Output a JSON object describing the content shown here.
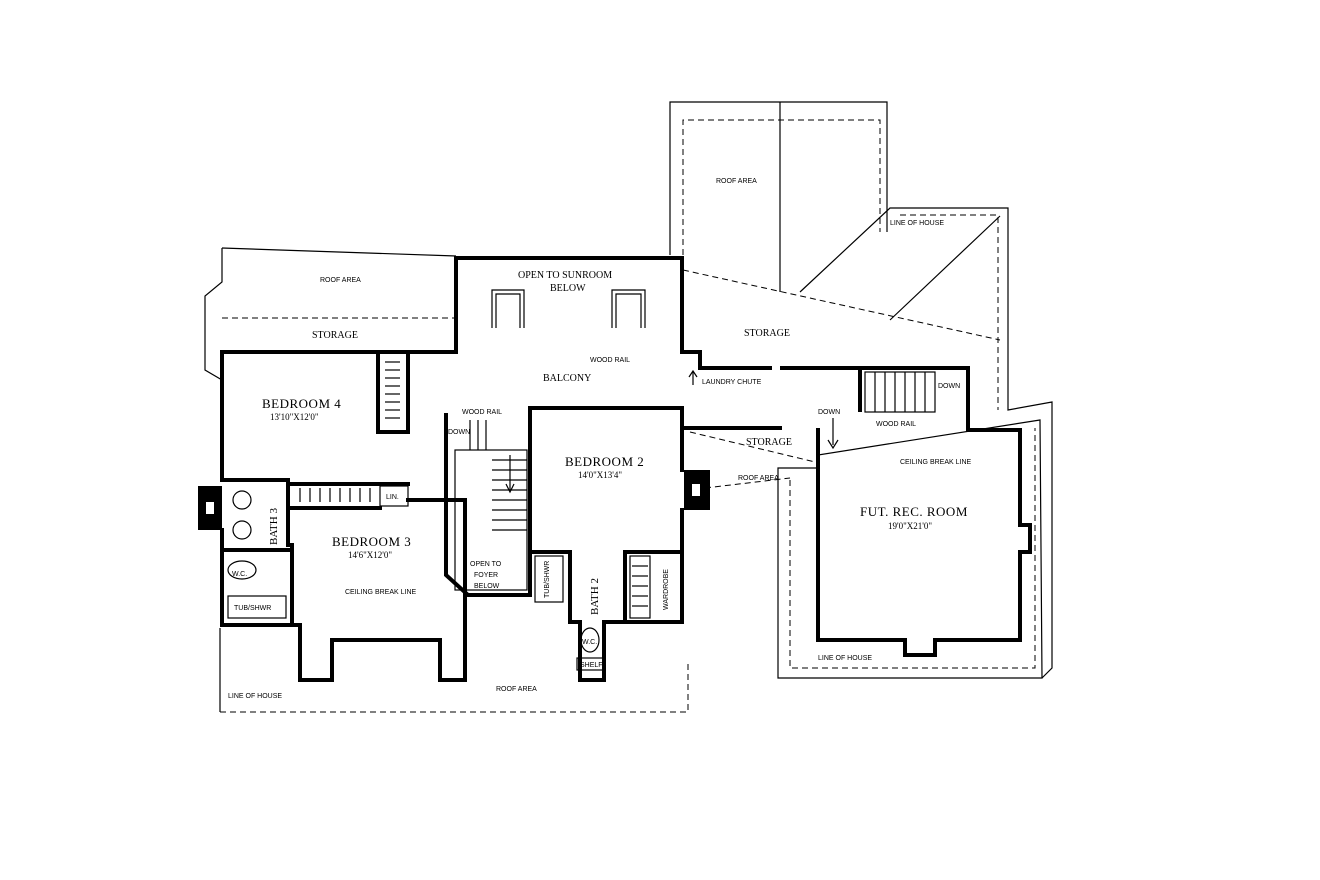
{
  "labels": {
    "roof_area_top": "ROOF AREA",
    "roof_area_left": "ROOF AREA",
    "roof_area_mid": "ROOF AREA",
    "roof_area_bottom": "ROOF AREA",
    "line_of_house_top": "LINE OF HOUSE",
    "line_of_house_right": "LINE OF HOUSE",
    "line_of_house_bottom": "LINE OF HOUSE",
    "open_to_sunroom_line1": "OPEN TO SUNROOM",
    "open_to_sunroom_line2": "BELOW",
    "storage_left": "STORAGE",
    "storage_right": "STORAGE",
    "storage_mid": "STORAGE",
    "wood_rail_balcony": "WOOD RAIL",
    "balcony": "BALCONY",
    "laundry_chute": "LAUNDRY CHUTE",
    "bedroom4_name": "BEDROOM 4",
    "bedroom4_dim": "13'10\"X12'0\"",
    "wood_rail_stair": "WOOD RAIL",
    "down_stair": "DOWN",
    "bedroom2_name": "BEDROOM 2",
    "bedroom2_dim": "14'0\"X13'4\"",
    "down_right_1": "DOWN",
    "down_right_2": "DOWN",
    "wood_rail_right": "WOOD RAIL",
    "ceiling_break_line_right": "CEILING BREAK LINE",
    "fut_rec_room_name": "FUT. REC. ROOM",
    "fut_rec_room_dim": "19'0\"X21'0\"",
    "bath3": "BATH 3",
    "lin": "LIN.",
    "bedroom3_name": "BEDROOM 3",
    "bedroom3_dim": "14'6\"X12'0\"",
    "open_to_foyer_line1": "OPEN TO",
    "open_to_foyer_line2": "FOYER",
    "open_to_foyer_line3": "BELOW",
    "tub_shwr_bath2": "TUB/SHWR",
    "bath2": "BATH 2",
    "wardrobe": "WARDROBE",
    "wc_bath3": "W.C.",
    "tub_shwr_bath3": "TUB/SHWR",
    "ceiling_break_line_left": "CEILING BREAK LINE",
    "wc_bath2": "W.C.",
    "shelf": "SHELF"
  }
}
